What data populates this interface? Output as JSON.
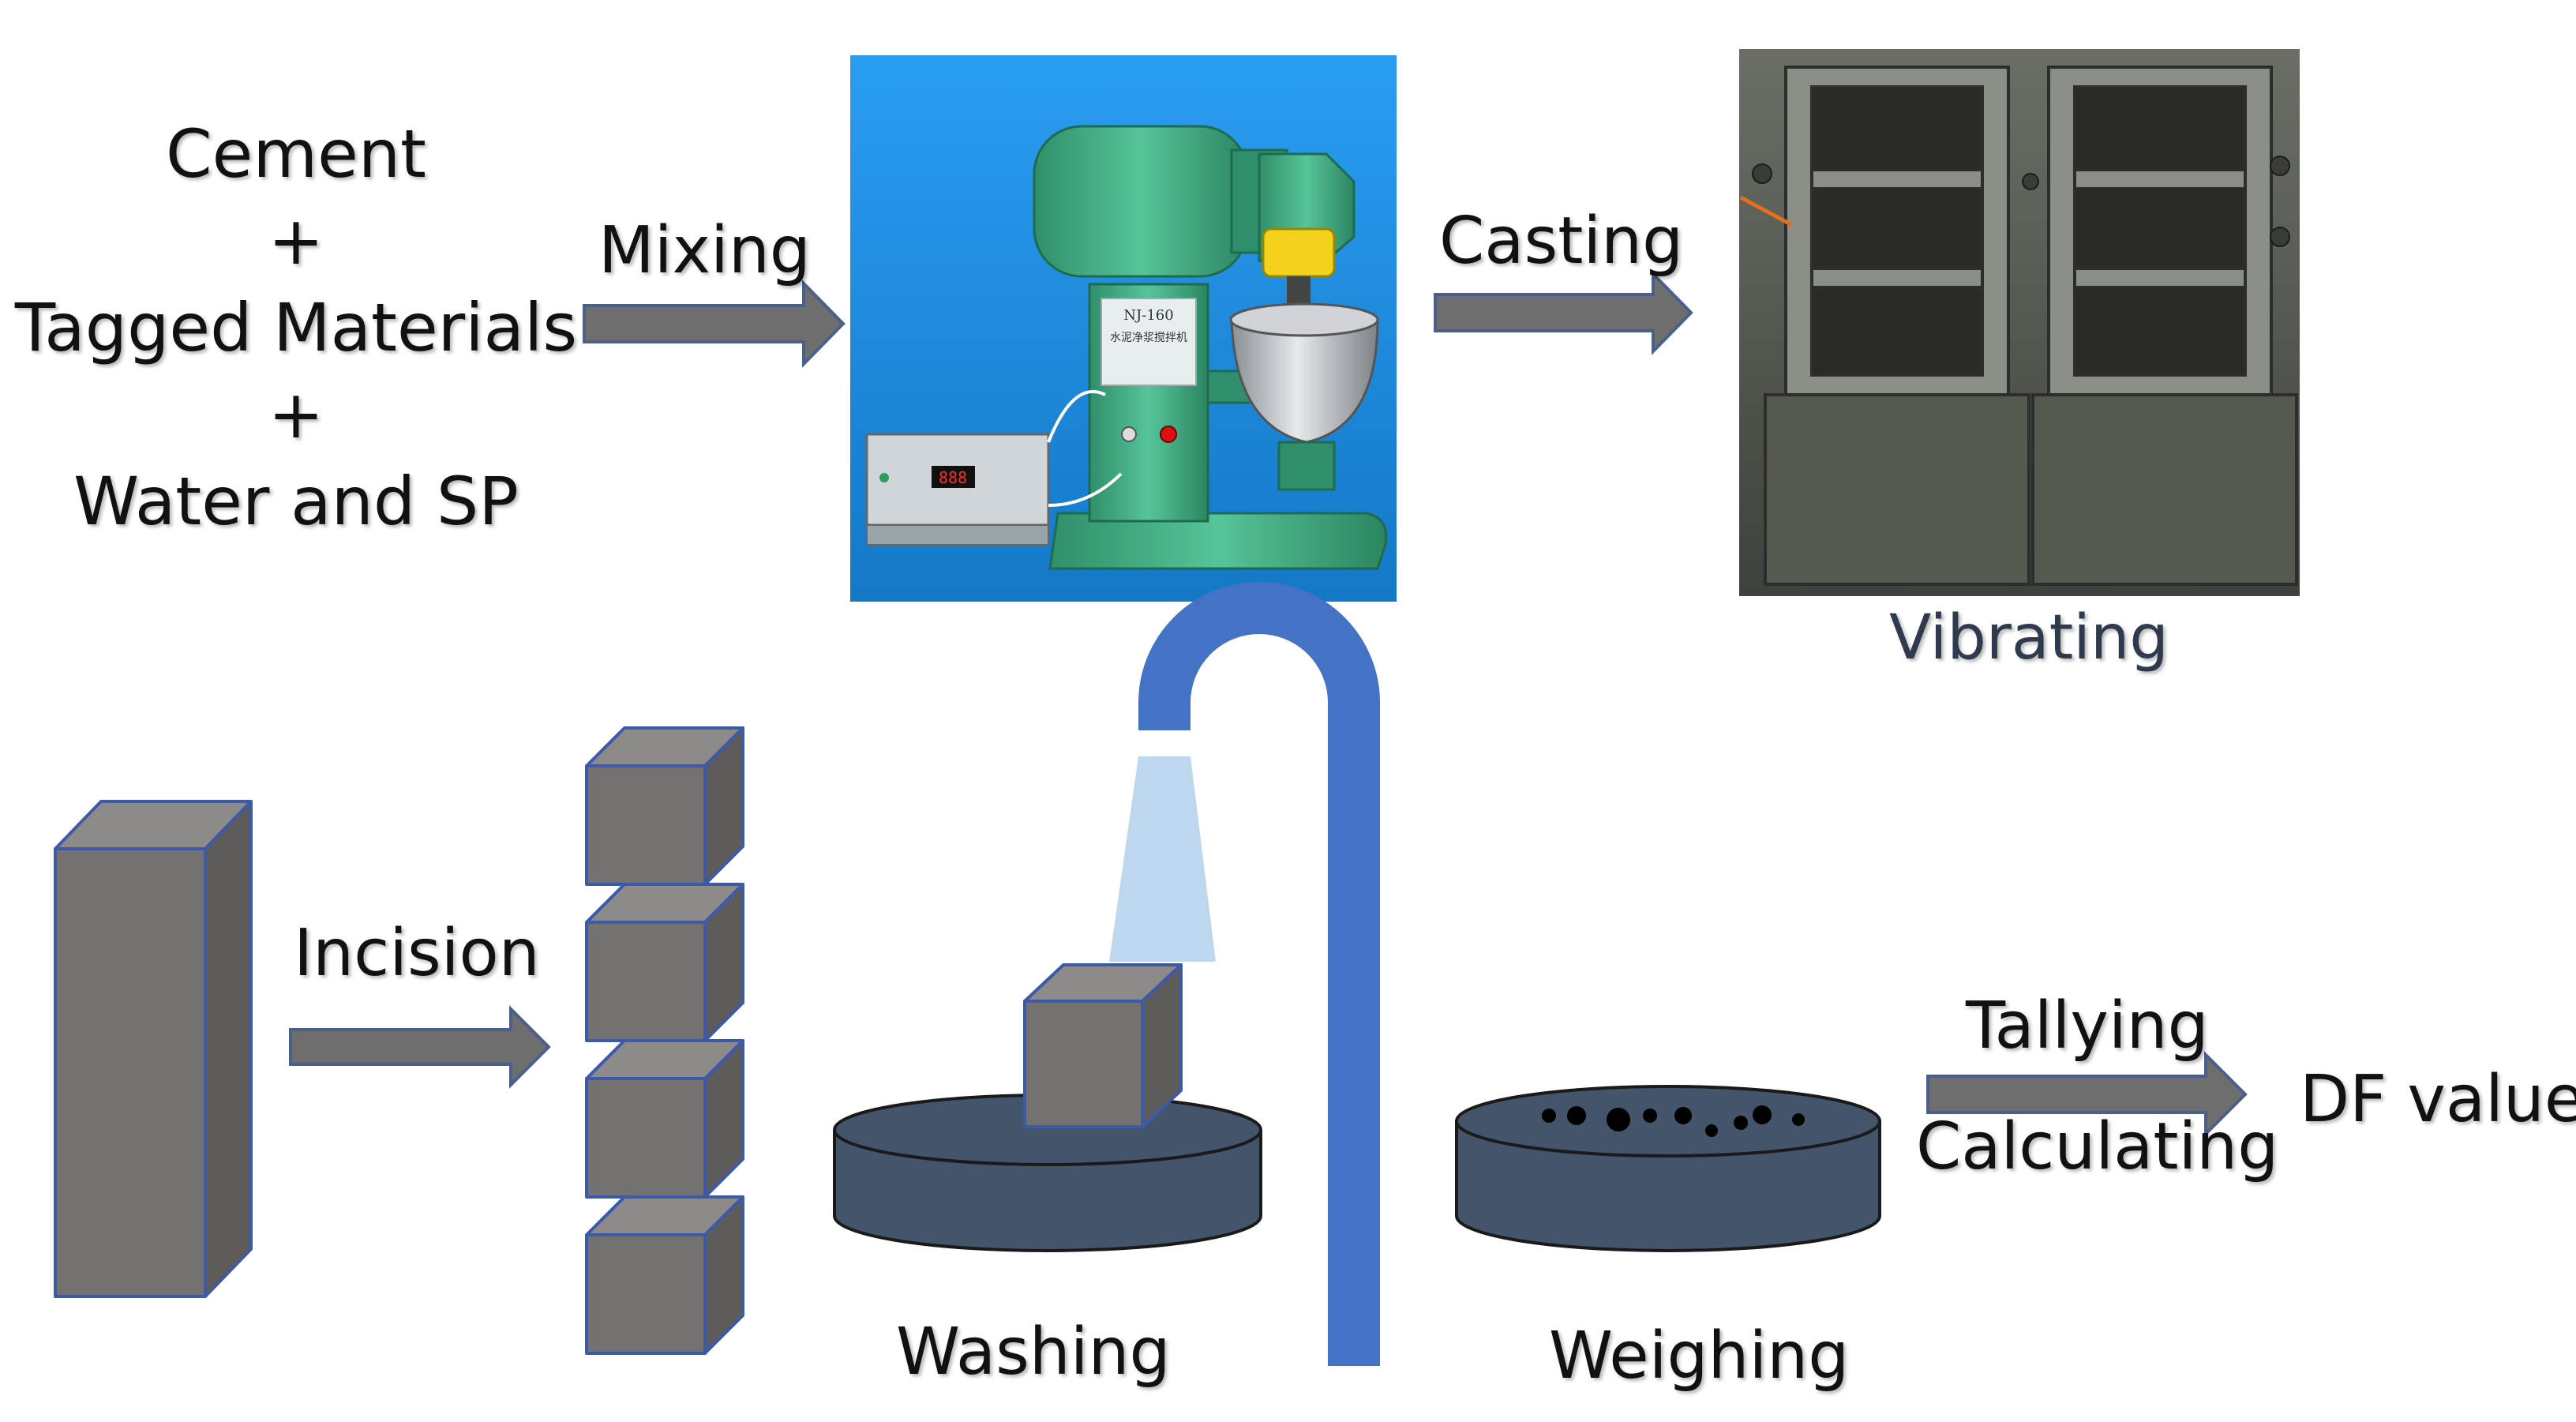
{
  "ingredients": {
    "line1": "Cement",
    "plus1": "+",
    "line2": "Tagged Materials",
    "plus2": "+",
    "line3": "Water and SP"
  },
  "steps": {
    "mixing": "Mixing",
    "casting": "Casting",
    "vibrating": "Vibrating",
    "incision": "Incision",
    "washing": "Washing",
    "weighing": "Weighing",
    "tallying": "Tallying",
    "calculating": "Calculating"
  },
  "result": "DF value",
  "mixer": {
    "label_model": "NJ-160",
    "label_name": "水泥净浆搅拌机",
    "display_value": "888"
  },
  "colors": {
    "arrow": "#6e6e6e",
    "arrow_stroke": "#4a5f8c",
    "block_front": "#767171",
    "block_side": "#5f5b5b",
    "block_top": "#8f8a8a",
    "block_stroke": "#3d5aa8",
    "tray": "#44546a",
    "pipe": "#4472c4",
    "water": "#bdd7ee",
    "mixer_bg": "#1f8fe0",
    "mixer_green": "#3aa37a"
  }
}
